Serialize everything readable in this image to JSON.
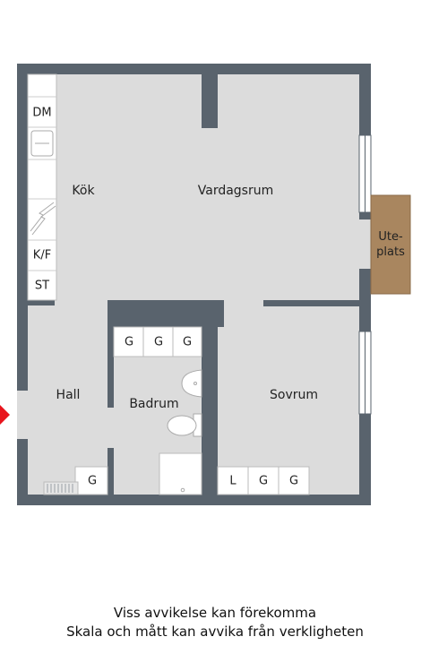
{
  "rooms": {
    "kok": "Kök",
    "vardagsrum": "Vardagsrum",
    "hall": "Hall",
    "badrum": "Badrum",
    "sovrum": "Sovrum"
  },
  "patio": {
    "line1": "Ute-",
    "line2": "plats"
  },
  "fixtures": {
    "dm": "DM",
    "kf": "K/F",
    "st": "ST",
    "bath_g1": "G",
    "bath_g2": "G",
    "bath_g3": "G",
    "hall_g": "G",
    "bed_l": "L",
    "bed_g1": "G",
    "bed_g2": "G"
  },
  "colors": {
    "wall": "#59636d",
    "floor": "#dcdcdc",
    "fixture": "#ffffff",
    "deck": "#a9865f",
    "entrance": "#e8141c"
  },
  "disclaimer": {
    "line1": "Viss avvikelse kan förekomma",
    "line2": "Skala och mått kan avvika från verkligheten"
  }
}
